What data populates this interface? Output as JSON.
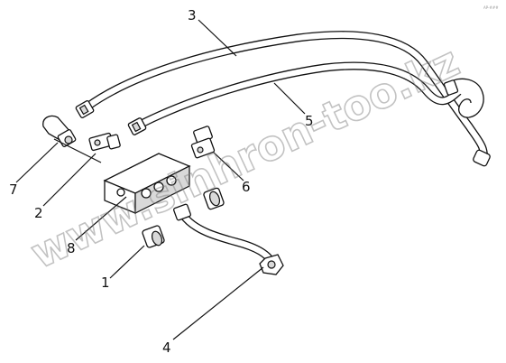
{
  "watermark": "www.sinhron-too.kz",
  "corner_mark": "AP-###",
  "callouts": [
    {
      "id": "1",
      "label": "1"
    },
    {
      "id": "2",
      "label": "2"
    },
    {
      "id": "3",
      "label": "3"
    },
    {
      "id": "4",
      "label": "4"
    },
    {
      "id": "5",
      "label": "5"
    },
    {
      "id": "6",
      "label": "6"
    },
    {
      "id": "7",
      "label": "7"
    },
    {
      "id": "8",
      "label": "8"
    }
  ]
}
